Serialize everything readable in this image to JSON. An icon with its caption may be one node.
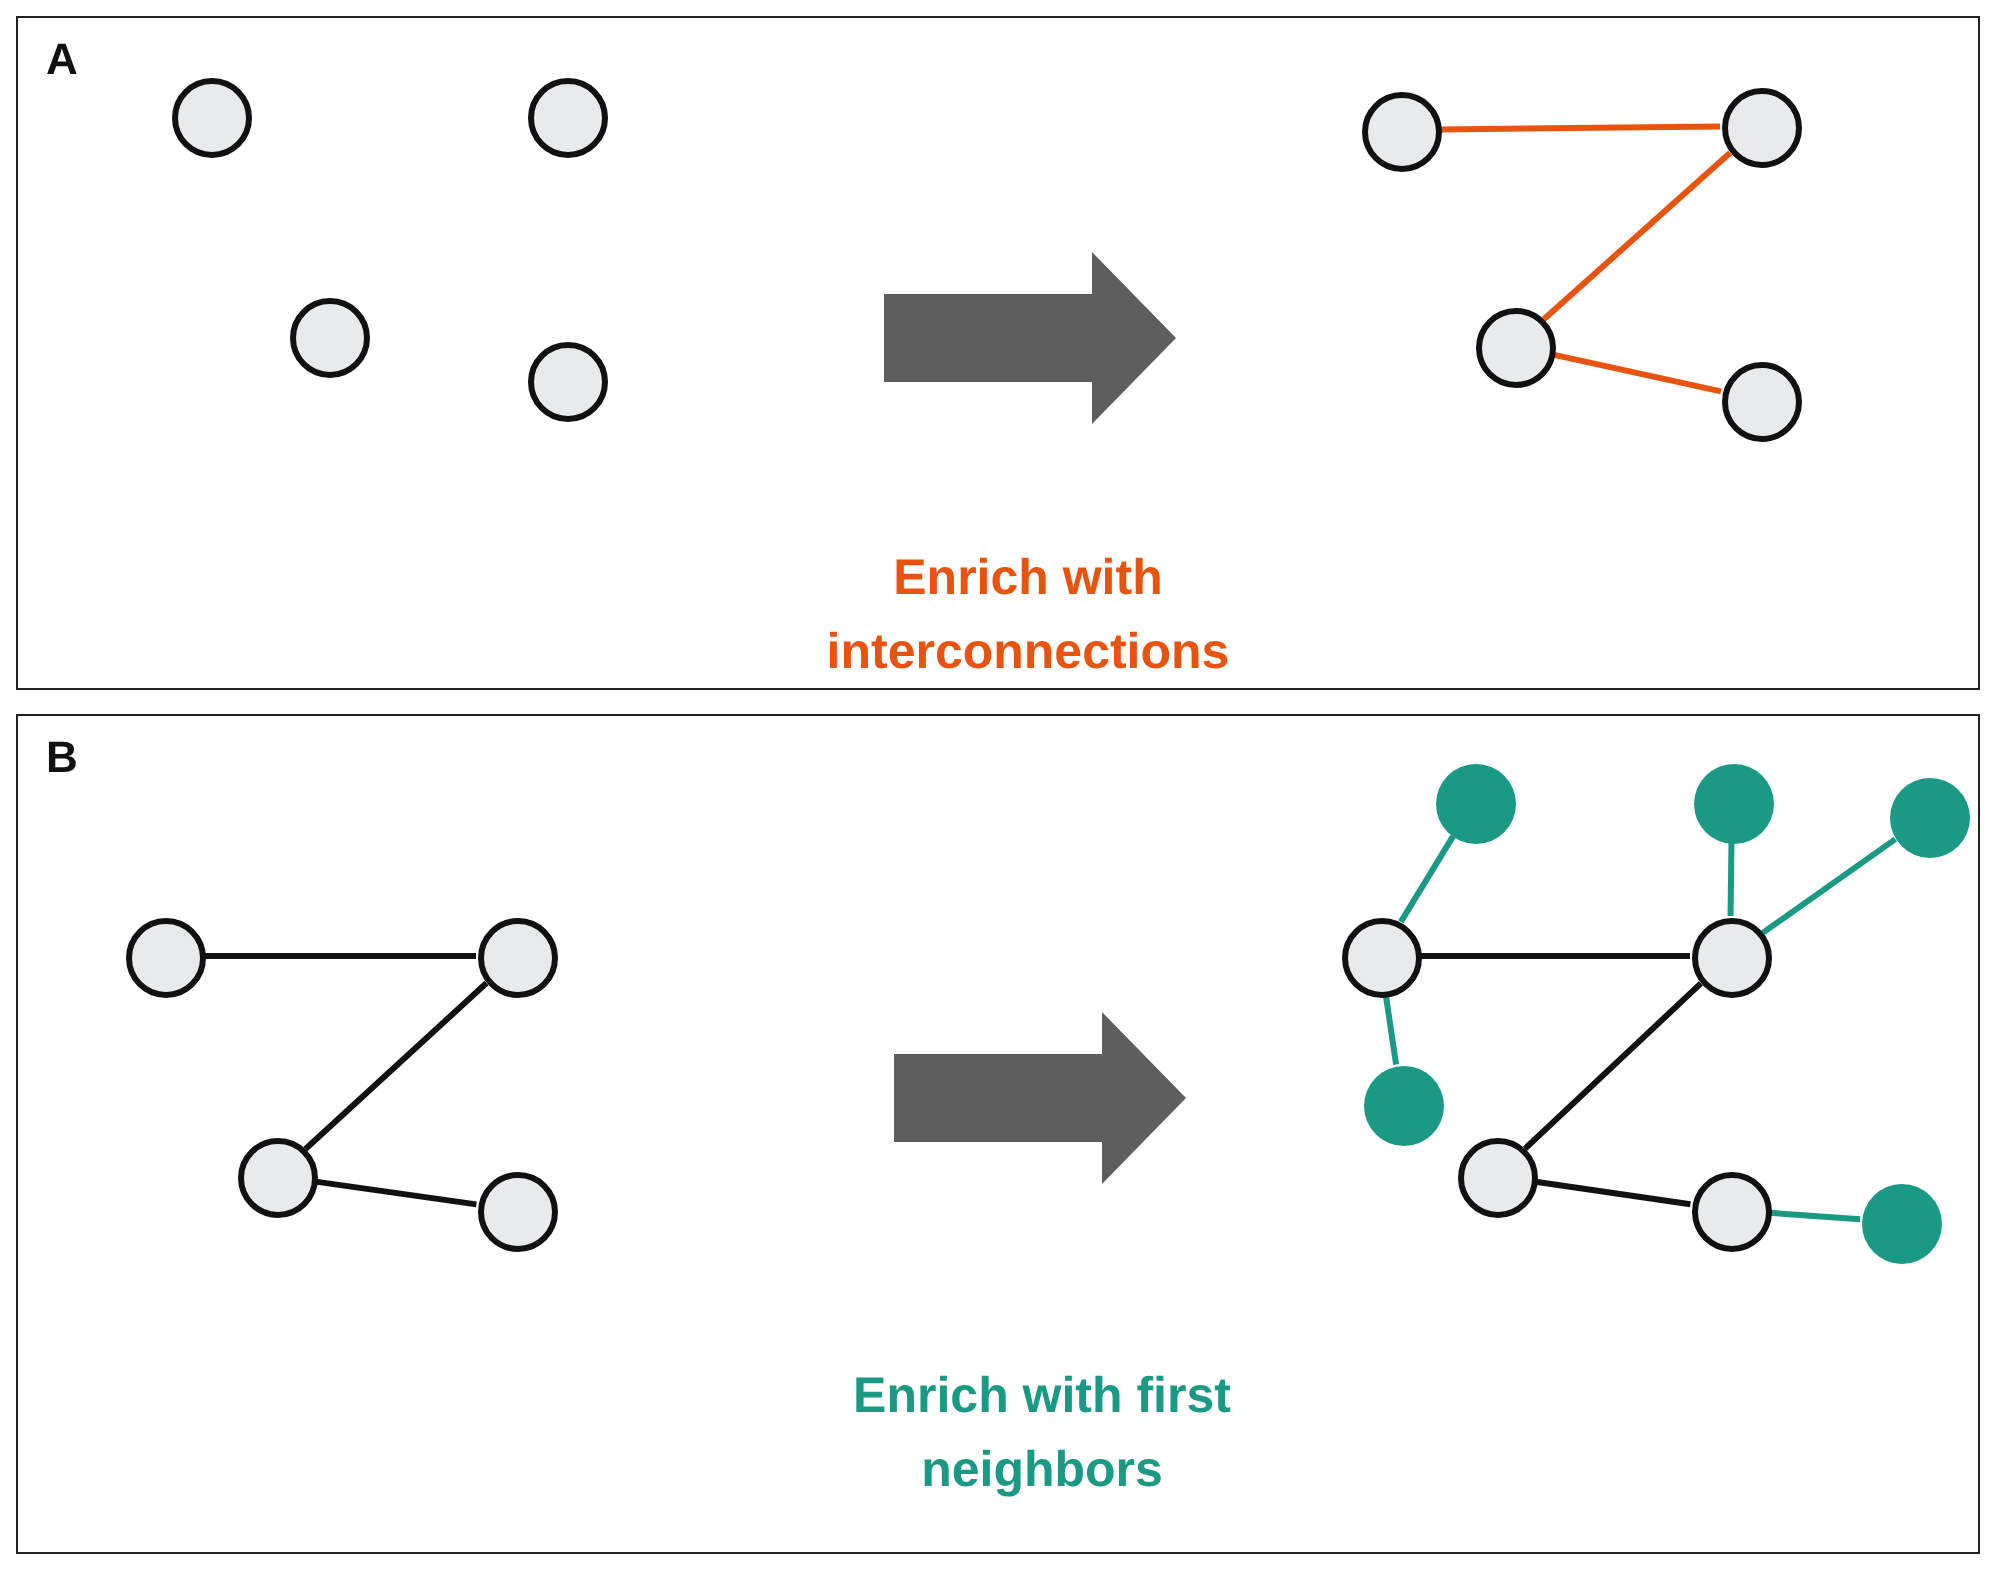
{
  "diagram": {
    "nodes": [
      {
        "text": [
          "A",
          "Enrich with interconnections"
        ]
      },
      {
        "text": [],
        "shape": "circle",
        "in": 0
      },
      {
        "text": [],
        "shape": "circle",
        "in": 0
      },
      {
        "text": [],
        "shape": "circle",
        "in": 0
      },
      {
        "text": [],
        "shape": "circle",
        "in": 0
      },
      {
        "text": [],
        "shape": "circle",
        "in": 0
      },
      {
        "text": [],
        "shape": "circle",
        "in": 0
      },
      {
        "text": [],
        "shape": "circle",
        "in": 0
      },
      {
        "text": [],
        "shape": "circle",
        "in": 0
      },
      {
        "text": [
          "B",
          "Enrich with first neighbors"
        ]
      },
      {
        "text": [],
        "shape": "circle",
        "in": 9
      },
      {
        "text": [],
        "shape": "circle",
        "in": 9
      },
      {
        "text": [],
        "shape": "circle",
        "in": 9
      },
      {
        "text": [],
        "shape": "circle",
        "in": 9
      },
      {
        "text": [],
        "shape": "circle",
        "in": 9
      },
      {
        "text": [],
        "shape": "circle",
        "in": 9
      },
      {
        "text": [],
        "shape": "circle",
        "in": 9
      },
      {
        "text": [],
        "shape": "circle",
        "in": 9
      },
      {
        "text": [],
        "shape": "circle",
        "in": 9
      },
      {
        "text": [],
        "shape": "circle",
        "in": 9
      },
      {
        "text": [],
        "shape": "circle",
        "in": 9
      },
      {
        "text": [],
        "shape": "circle",
        "in": 9
      },
      {
        "text": [],
        "shape": "circle",
        "in": 9
      }
    ],
    "edges": [
      {
        "from": 5,
        "to": 6,
        "arrow": "none",
        "color": "#e8540f"
      },
      {
        "from": 6,
        "to": 7,
        "arrow": "none",
        "color": "#e8540f"
      },
      {
        "from": 7,
        "to": 8,
        "arrow": "none",
        "color": "#e8540f"
      },
      {
        "from": 10,
        "to": 11,
        "arrow": "none"
      },
      {
        "from": 11,
        "to": 12,
        "arrow": "none"
      },
      {
        "from": 12,
        "to": 13,
        "arrow": "none"
      },
      {
        "from": 14,
        "to": 15,
        "arrow": "none"
      },
      {
        "from": 15,
        "to": 16,
        "arrow": "none"
      },
      {
        "from": 16,
        "to": 17,
        "arrow": "none"
      },
      {
        "from": 14,
        "to": 18,
        "arrow": "none",
        "color": "#1a9985"
      },
      {
        "from": 14,
        "to": 21,
        "arrow": "none",
        "color": "#1a9985"
      },
      {
        "from": 15,
        "to": 19,
        "arrow": "none",
        "color": "#1a9985"
      },
      {
        "from": 15,
        "to": 20,
        "arrow": "none",
        "color": "#1a9985"
      },
      {
        "from": 17,
        "to": 22,
        "arrow": "none",
        "color": "#1a9985"
      }
    ]
  }
}
